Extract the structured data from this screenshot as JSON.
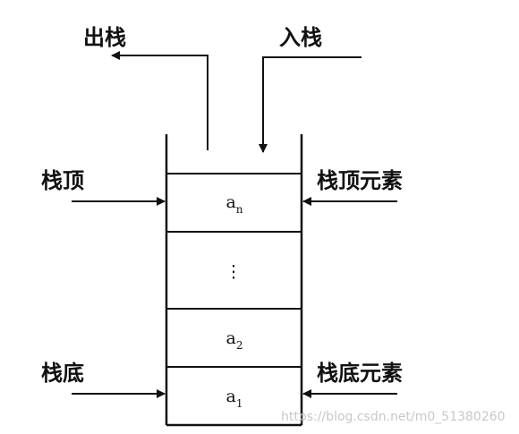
{
  "labels": {
    "pop": "出栈",
    "push": "入栈",
    "top": "栈顶",
    "top_element": "栈顶元素",
    "bottom": "栈底",
    "bottom_element": "栈底元素"
  },
  "cells": [
    {
      "main": "a",
      "sub": "n"
    },
    {
      "main": "⋮"
    },
    {
      "main": "a",
      "sub": "2"
    },
    {
      "main": "a",
      "sub": "1"
    }
  ],
  "watermark": "https://blog.csdn.net/m0_51380260"
}
